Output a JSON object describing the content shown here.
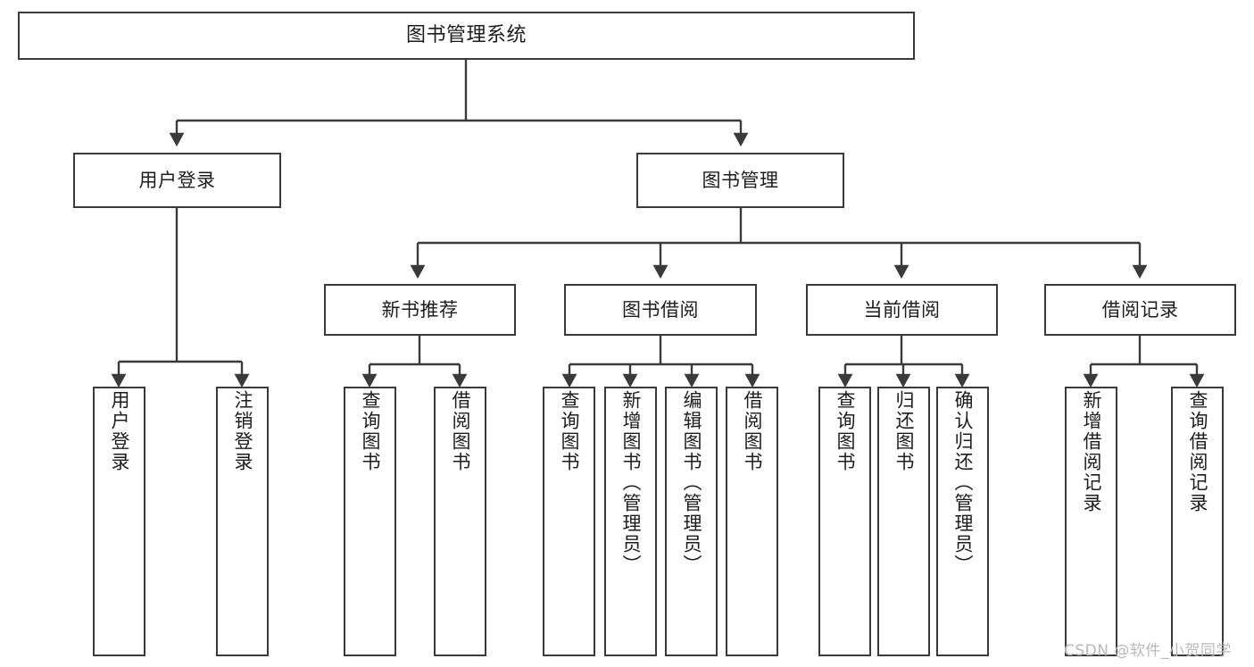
{
  "diagram": {
    "type": "tree-hierarchy",
    "title": "图书管理系统",
    "watermark": "CSDN @软件_小贺同学",
    "colors": {
      "stroke": "#3a3a3a",
      "fill": "#ffffff",
      "text": "#1d1d1d",
      "watermark": "#b9b9b9"
    },
    "nodes": {
      "root": {
        "label": "图书管理系统"
      },
      "level2": [
        {
          "label": "用户登录"
        },
        {
          "label": "图书管理"
        }
      ],
      "level3": [
        {
          "label": "新书推荐"
        },
        {
          "label": "图书借阅"
        },
        {
          "label": "当前借阅"
        },
        {
          "label": "借阅记录"
        }
      ],
      "leaves": {
        "user_login": [
          {
            "label": "用户登录"
          },
          {
            "label": "注销登录"
          }
        ],
        "new_book_recommend": [
          {
            "label": "查询图书"
          },
          {
            "label": "借阅图书"
          }
        ],
        "book_borrow": [
          {
            "label": "查询图书"
          },
          {
            "label": "新增图书（管理员）"
          },
          {
            "label": "编辑图书（管理员）"
          },
          {
            "label": "借阅图书"
          }
        ],
        "current_borrow": [
          {
            "label": "查询图书"
          },
          {
            "label": "归还图书"
          },
          {
            "label": "确认归还（管理员）"
          }
        ],
        "borrow_record": [
          {
            "label": "新增借阅记录"
          },
          {
            "label": "查询借阅记录"
          }
        ]
      }
    }
  }
}
